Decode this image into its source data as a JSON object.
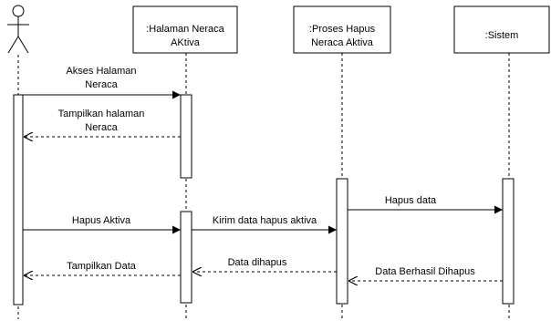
{
  "participants": [
    {
      "id": "actor",
      "type": "actor",
      "label": ""
    },
    {
      "id": "halaman",
      "type": "object",
      "label_lines": [
        ":Halaman Neraca",
        "AKtiva"
      ]
    },
    {
      "id": "proses",
      "type": "object",
      "label_lines": [
        ":Proses Hapus",
        "Neraca Aktiva"
      ]
    },
    {
      "id": "sistem",
      "type": "object",
      "label_lines": [
        ":Sistem"
      ]
    }
  ],
  "messages": [
    {
      "kind": "call",
      "from": "actor",
      "to": "halaman",
      "label_lines": [
        "Akses Halaman",
        "Neraca"
      ]
    },
    {
      "kind": "return",
      "from": "halaman",
      "to": "actor",
      "label_lines": [
        "Tampilkan halaman",
        "Neraca"
      ]
    },
    {
      "kind": "call",
      "from": "actor",
      "to": "halaman",
      "label_lines": [
        "Hapus Aktiva"
      ]
    },
    {
      "kind": "call",
      "from": "halaman",
      "to": "proses",
      "label_lines": [
        "Kirim data hapus aktiva"
      ]
    },
    {
      "kind": "call",
      "from": "proses",
      "to": "sistem",
      "label_lines": [
        "Hapus data"
      ]
    },
    {
      "kind": "return",
      "from": "sistem",
      "to": "proses",
      "label_lines": [
        "Data Berhasil Dihapus"
      ]
    },
    {
      "kind": "return",
      "from": "proses",
      "to": "halaman",
      "label_lines": [
        "Data dihapus"
      ]
    },
    {
      "kind": "return",
      "from": "halaman",
      "to": "actor",
      "label_lines": [
        "Tampilkan Data"
      ]
    }
  ]
}
